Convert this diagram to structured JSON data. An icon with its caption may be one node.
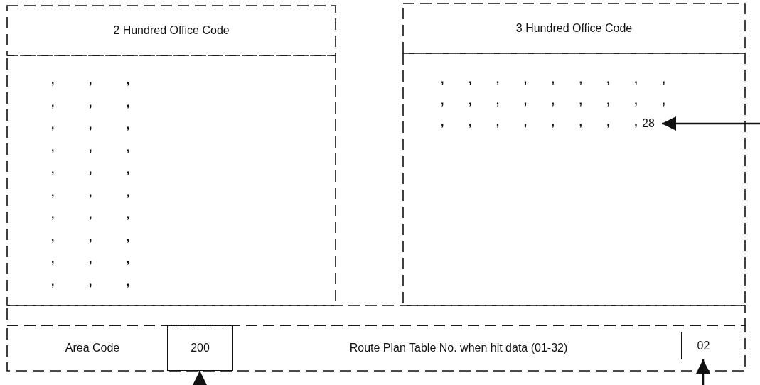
{
  "diagram": {
    "nodes": [
      {
        "text": [
          "2 Hundred Office Code"
        ]
      },
      {
        "text": [],
        "shape": "box"
      },
      {
        "text": [
          "3 Hundred Office Code"
        ]
      },
      {
        "text": [],
        "shape": "box"
      },
      {
        "text": [
          "28"
        ],
        "in": 3
      },
      {
        "text": [],
        "shape": "box"
      },
      {
        "text": [],
        "shape": "box"
      },
      {
        "text": [
          "Area Code"
        ],
        "in": 6
      },
      {
        "text": [
          "200"
        ],
        "in": 6
      },
      {
        "text": [
          "Route Plan Table No.  when hit data (01-32)"
        ],
        "in": 6
      },
      {
        "text": [
          "02"
        ],
        "in": 6
      }
    ],
    "edges": [
      {
        "from": null,
        "to": 4,
        "arrow": "to"
      },
      {
        "from": null,
        "to": 8,
        "arrow": "to"
      },
      {
        "from": null,
        "to": 10,
        "arrow": "to"
      }
    ],
    "labels": [
      ", , ,",
      ", , ,",
      ", , ,",
      ", , ,",
      ", , ,",
      ", , ,",
      ", , ,",
      ", , ,",
      ", , ,",
      ", , ,",
      ", , , , , , , , ,",
      ", , , , , , , , ,",
      ", , , , , , , ,"
    ]
  }
}
